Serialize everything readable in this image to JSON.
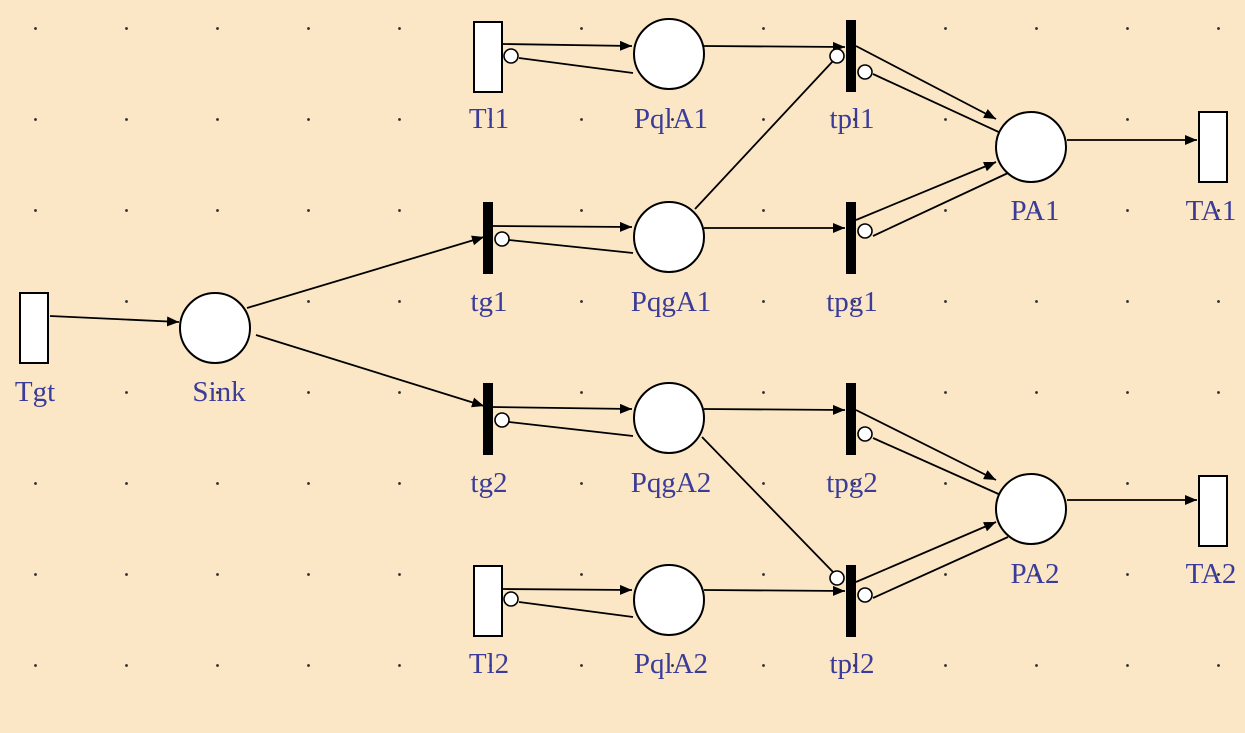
{
  "colors": {
    "background": "#fbe7c6",
    "label": "#3b3b9a",
    "stroke": "#000000",
    "node_fill": "#ffffff"
  },
  "nodes": {
    "tgt": "Tgt",
    "sink": "Sink",
    "tl1": "Tl1",
    "pqla1": "PqlA1",
    "tpl1": "tpl1",
    "tg1": "tg1",
    "pqga1": "PqgA1",
    "tpg1": "tpg1",
    "pa1": "PA1",
    "ta1": "TA1",
    "tg2": "tg2",
    "pqga2": "PqgA2",
    "tpg2": "tpg2",
    "pa2": "PA2",
    "ta2": "TA2",
    "tl2": "Tl2",
    "pqla2": "PqlA2",
    "tpl2": "tpl2"
  }
}
